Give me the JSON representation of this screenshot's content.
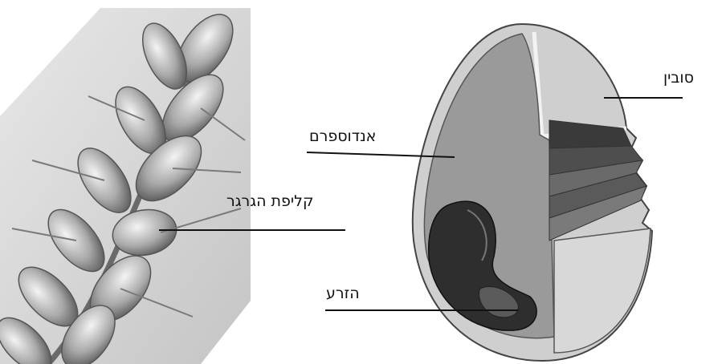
{
  "labels": {
    "bran": "סובין",
    "endosperm": "אנדוספרם",
    "husk": "קליפת הגרגר",
    "germ": "הזרע"
  },
  "colors": {
    "ink": "#111111",
    "bran_layer": "#cfcfcf",
    "endosperm": "#9a9a9a",
    "germ": "#2e2e2e"
  }
}
